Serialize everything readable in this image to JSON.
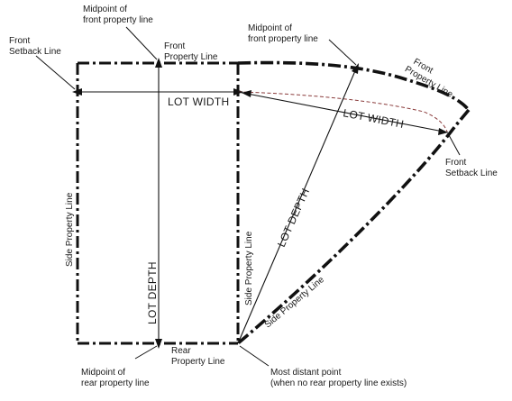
{
  "labels": {
    "front_setback_left": [
      "Front",
      "Setback Line"
    ],
    "midpoint_front_left": [
      "Midpoint of",
      "front property line"
    ],
    "front_property_left": [
      "Front",
      "Property Line"
    ],
    "midpoint_front_right": [
      "Midpoint of",
      "front property line"
    ],
    "front_property_right": [
      "Front",
      "Property Line"
    ],
    "lot_width_left": "LOT WIDTH",
    "lot_width_right": "LOT WIDTH",
    "front_setback_right": [
      "Front",
      "Setback Line"
    ],
    "side_property_left": "Side Property Line",
    "side_property_middle": "Side Property Line",
    "side_property_right": "Side Property Line",
    "lot_depth_left": "LOT DEPTH",
    "lot_depth_right": "LOT DEPTH",
    "rear_property": [
      "Rear",
      "Property Line"
    ],
    "midpoint_rear": [
      "Midpoint of",
      "rear property line"
    ],
    "most_distant": [
      "Most distant point",
      "(when no rear property line exists)"
    ]
  }
}
